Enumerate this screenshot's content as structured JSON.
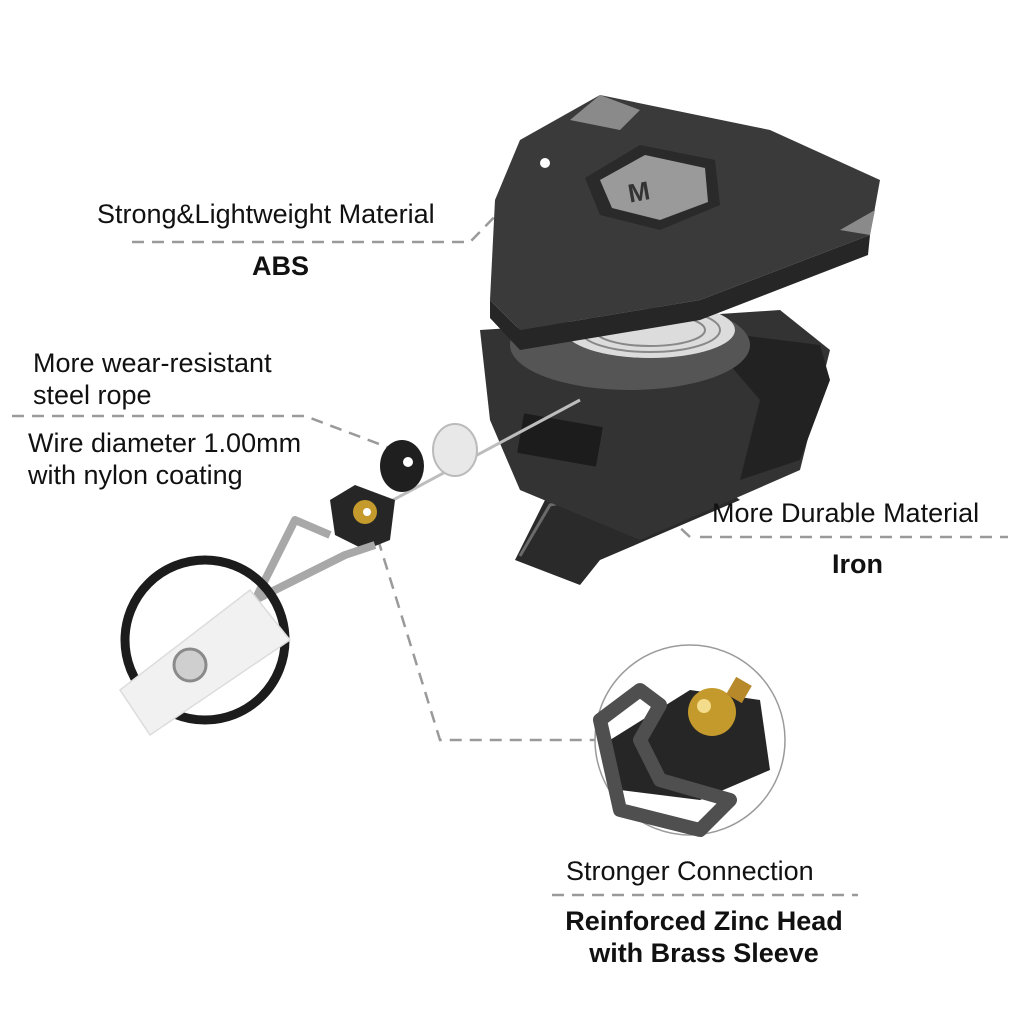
{
  "callouts": {
    "abs": {
      "heading": "Strong&Lightweight Material",
      "value": "ABS"
    },
    "steel_rope": {
      "line1": "More wear-resistant",
      "line2": "steel rope",
      "detail1": "Wire diameter 1.00mm",
      "detail2": "with nylon coating"
    },
    "iron": {
      "heading": "More Durable Material",
      "value": "Iron"
    },
    "zinc_head": {
      "heading": "Stronger Connection",
      "value1": "Reinforced Zinc Head",
      "value2": "with Brass Sleeve"
    }
  },
  "colors": {
    "dash_line": "#9a9a9a",
    "body_dark": "#2e2e2e",
    "body_mid": "#4a4a4a",
    "brass": "#c49a2c"
  }
}
